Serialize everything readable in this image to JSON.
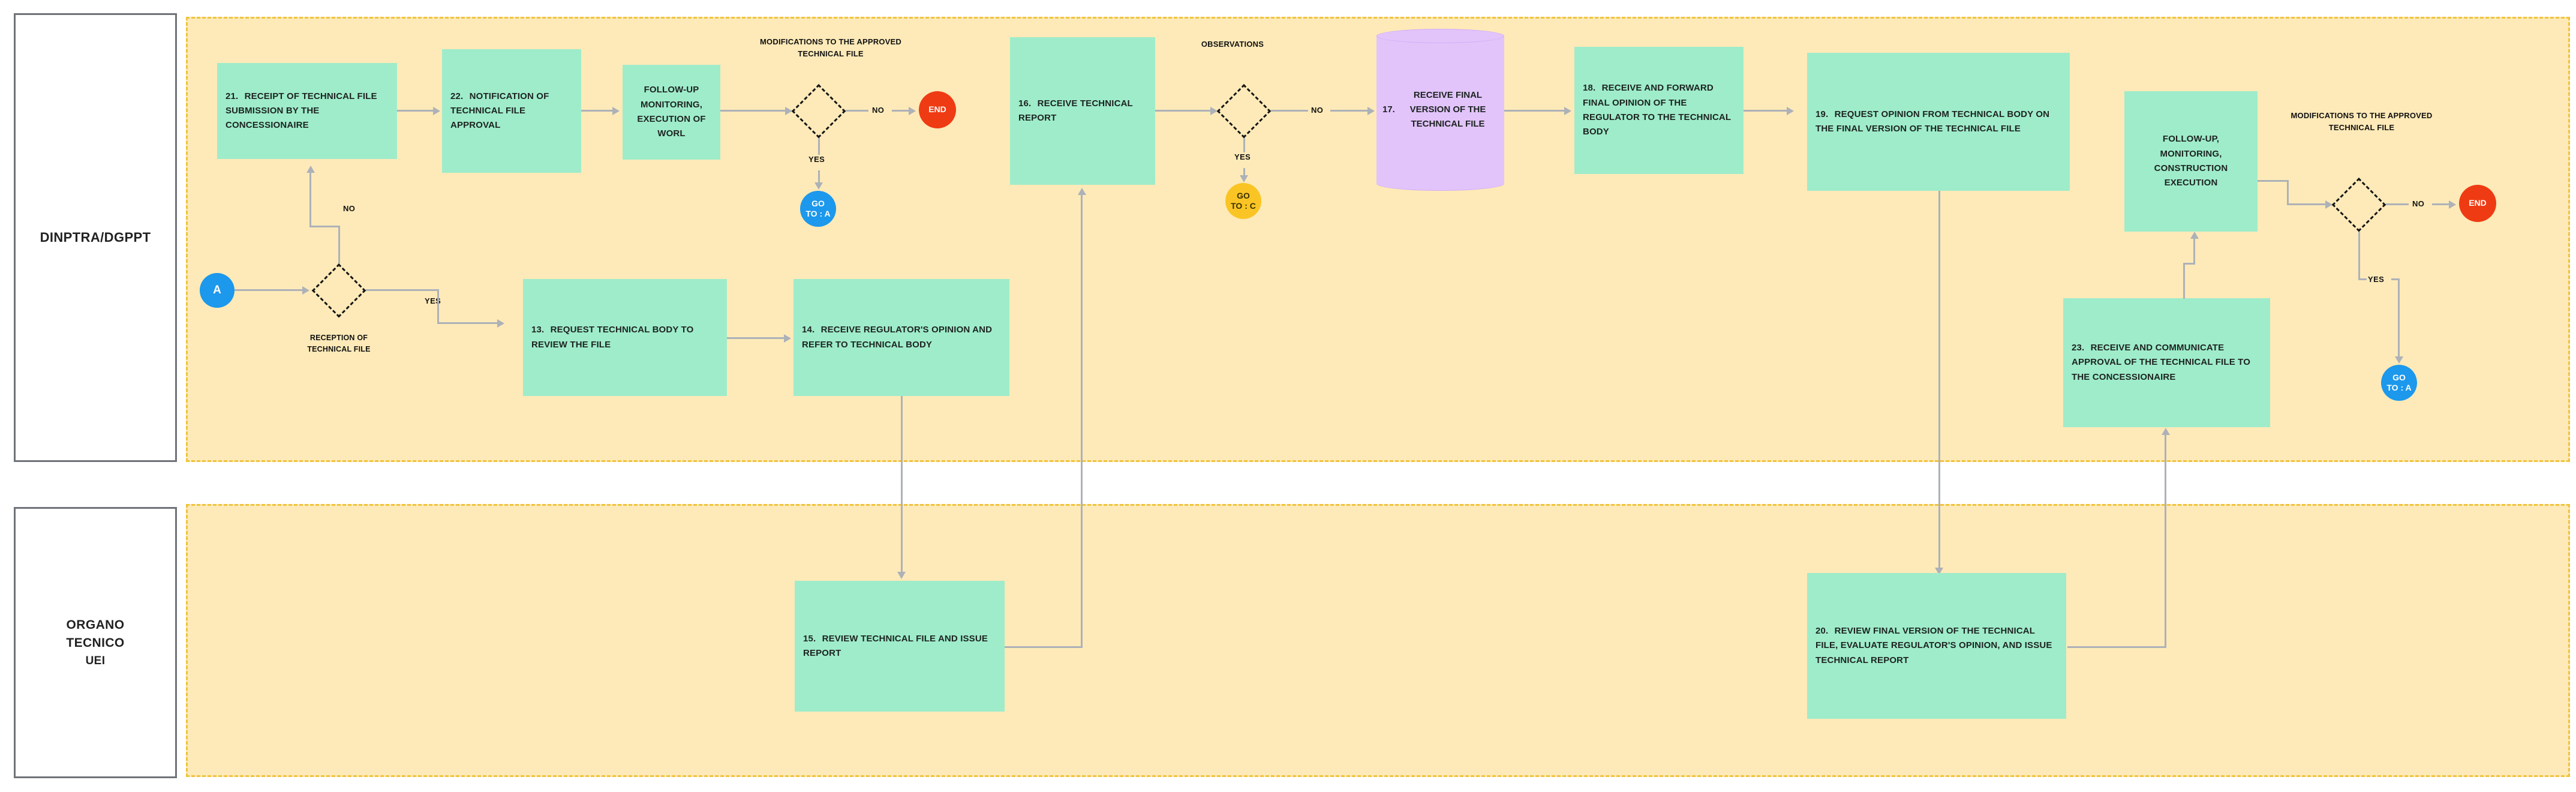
{
  "diagram": {
    "type": "swimlane-flowchart",
    "background": "#fdeab8",
    "lane_border": "#f0c33c",
    "process_fill": "#9fecca",
    "datastore_fill": "#e2c4fb",
    "end_fill": "#ef3b13",
    "goto_fill": "#1c98ec",
    "gotoc_fill": "#fac524",
    "connector_color": "#adb1b8"
  },
  "lanes": [
    {
      "id": "lane-dinptra",
      "label_lines": [
        "DINPTRA/DGPPT"
      ]
    },
    {
      "id": "lane-organo",
      "label_lines": [
        "ORGANO",
        "TECNICO",
        "UEI"
      ]
    }
  ],
  "nodes": {
    "n21": {
      "num": "21.",
      "text": "RECEIPT OF TECHNICAL FILE SUBMISSION BY THE CONCESSIONAIRE"
    },
    "n22": {
      "num": "22.",
      "text": "NOTIFICATION OF TECHNICAL FILE APPROVAL"
    },
    "followup_worl": {
      "text": "FOLLOW-UP MONITORING, EXECUTION OF WORL"
    },
    "n16": {
      "num": "16.",
      "text": "RECEIVE TECHNICAL REPORT"
    },
    "n17": {
      "num": "17.",
      "text": "RECEIVE FINAL VERSION OF THE TECHNICAL FILE"
    },
    "n18": {
      "num": "18.",
      "text": "RECEIVE AND FORWARD FINAL OPINION OF THE REGULATOR TO THE TECHNICAL BODY"
    },
    "n19": {
      "num": "19.",
      "text": "REQUEST OPINION FROM TECHNICAL BODY ON THE FINAL VERSION OF THE TECHNICAL FILE"
    },
    "followup_constr": {
      "text": "FOLLOW-UP, MONITORING, CONSTRUCTION EXECUTION"
    },
    "n13": {
      "num": "13.",
      "text": "REQUEST TECHNICAL BODY TO REVIEW THE FILE"
    },
    "n14": {
      "num": "14.",
      "text": "RECEIVE REGULATOR'S OPINION AND REFER TO TECHNICAL BODY"
    },
    "n23": {
      "num": "23.",
      "text": "RECEIVE AND COMMUNICATE APPROVAL OF THE TECHNICAL FILE TO THE CONCESSIONAIRE"
    },
    "n15": {
      "num": "15.",
      "text": "REVIEW TECHNICAL FILE AND ISSUE REPORT"
    },
    "n20": {
      "num": "20.",
      "text": "REVIEW FINAL VERSION OF THE TECHNICAL FILE, EVALUATE REGULATOR'S OPINION, AND ISSUE TECHNICAL REPORT"
    }
  },
  "decisions": {
    "d_mods_1": {
      "caption": "MODIFICATIONS TO THE APPROVED TECHNICAL FILE",
      "no": "NO",
      "yes": "YES"
    },
    "d_observations": {
      "caption": "OBSERVATIONS",
      "no": "NO",
      "yes": "YES"
    },
    "d_reception": {
      "caption": "RECEPTION OF TECHNICAL FILE",
      "no": "NO",
      "yes": "YES"
    },
    "d_mods_2": {
      "caption": "MODIFICATIONS TO THE APPROVED TECHNICAL FILE",
      "no": "NO",
      "yes": "YES"
    }
  },
  "terminators": {
    "end1": {
      "label": "END"
    },
    "end2": {
      "label": "END"
    },
    "goto_a_1": {
      "l1": "GO",
      "l2": "TO : A"
    },
    "goto_c": {
      "l1": "GO",
      "l2": "TO : C"
    },
    "goto_a_2": {
      "l1": "GO",
      "l2": "TO : A"
    },
    "start_a": {
      "label": "A"
    }
  }
}
